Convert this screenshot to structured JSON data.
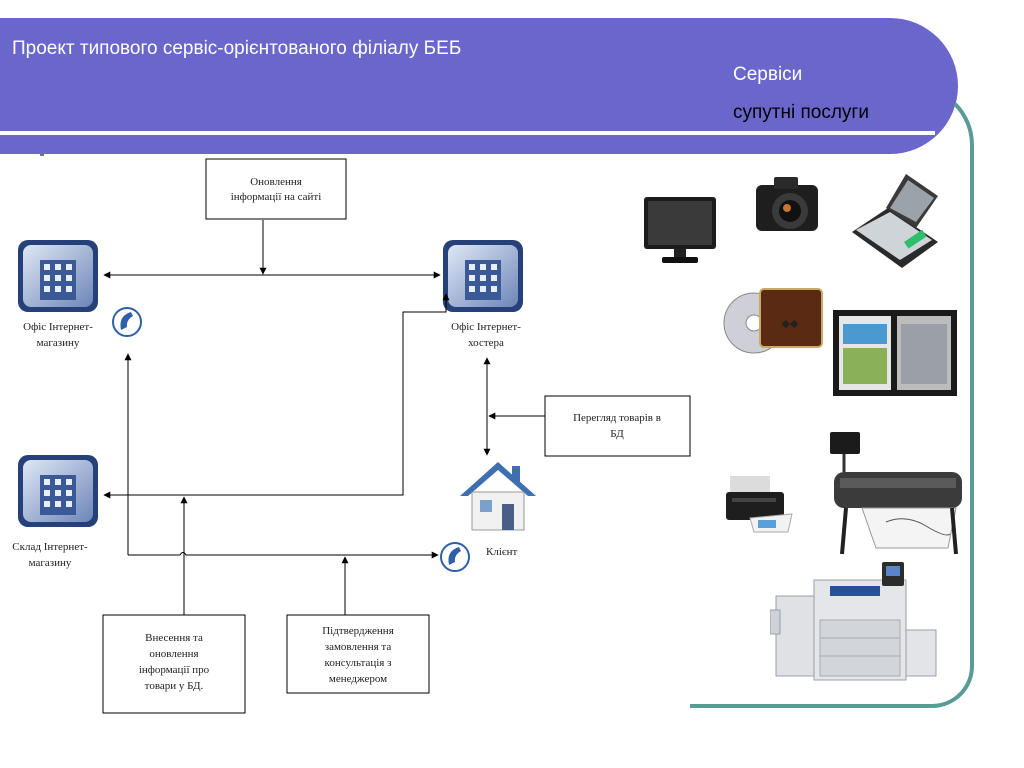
{
  "header": {
    "title": "Проект типового сервіс-орієнтованого філіалу БЕБ",
    "subtitle_1": "Сервіси",
    "subtitle_2": "супутні послуги"
  },
  "diagram": {
    "update_site_box": [
      "Оновлення",
      "інформації на сайті"
    ],
    "office_shop": [
      "Офіс Інтернет-",
      "магазину"
    ],
    "office_hoster": [
      "Офіс Інтернет-",
      "хостера"
    ],
    "warehouse": [
      "Склад Інтернет-",
      "магазину"
    ],
    "client": "Клієнт",
    "browse_box": [
      "Перегляд товарів в",
      "БД"
    ],
    "entry_box": [
      "Внесення та",
      "оновлення",
      "інформації про",
      "товари у БД."
    ],
    "confirm_box": [
      "Підтвердження",
      "замовлення та",
      "консультація з",
      "менеджером"
    ]
  },
  "devices": [
    "monitor-icon",
    "camera-icon",
    "scanner-icon",
    "disc-icon",
    "photo-prints-icon",
    "plotter-icon",
    "printer-icon",
    "copier-icon"
  ],
  "colors": {
    "header": "#6a66cc",
    "frame": "#5b9b96"
  }
}
